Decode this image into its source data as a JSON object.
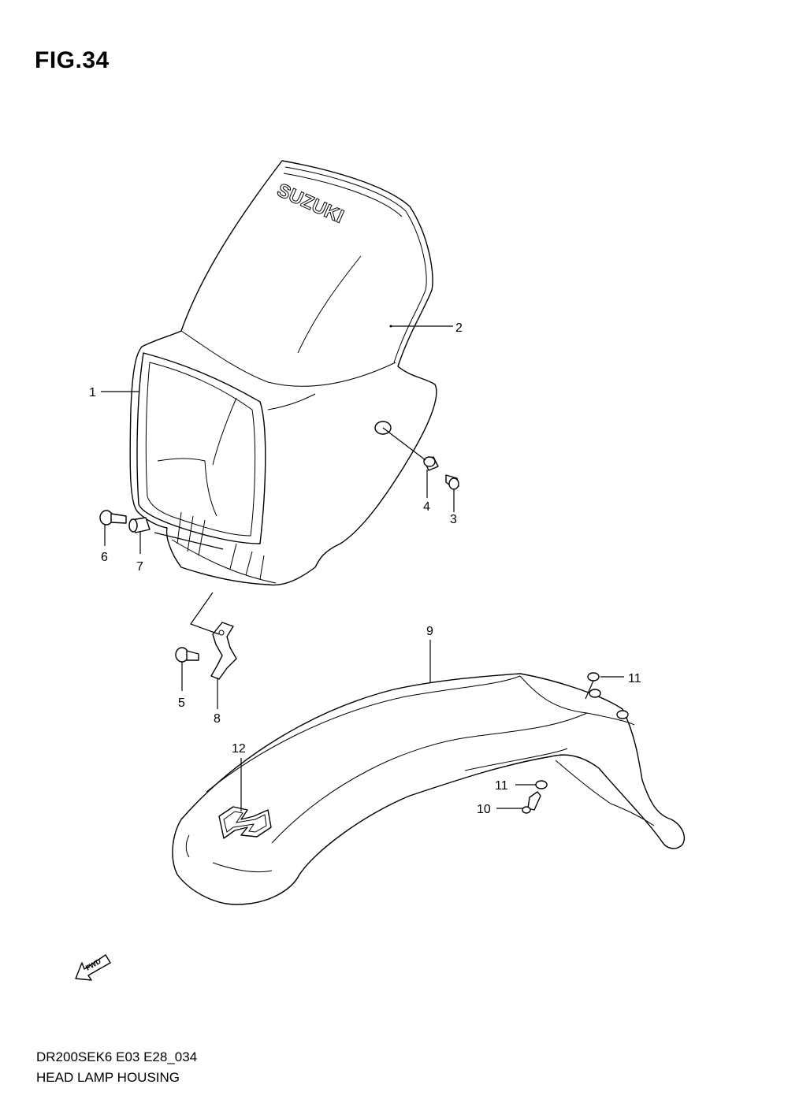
{
  "figure_title": "FIG.34",
  "drawing_code": "DR200SEK6 E03 E28_034",
  "drawing_name": "HEAD LAMP HOUSING",
  "logo_text": "SUZUKI",
  "fwd_text": "FWD",
  "callouts": [
    "1",
    "2",
    "3",
    "4",
    "5",
    "6",
    "7",
    "8",
    "9",
    "10",
    "11",
    "11",
    "12"
  ]
}
